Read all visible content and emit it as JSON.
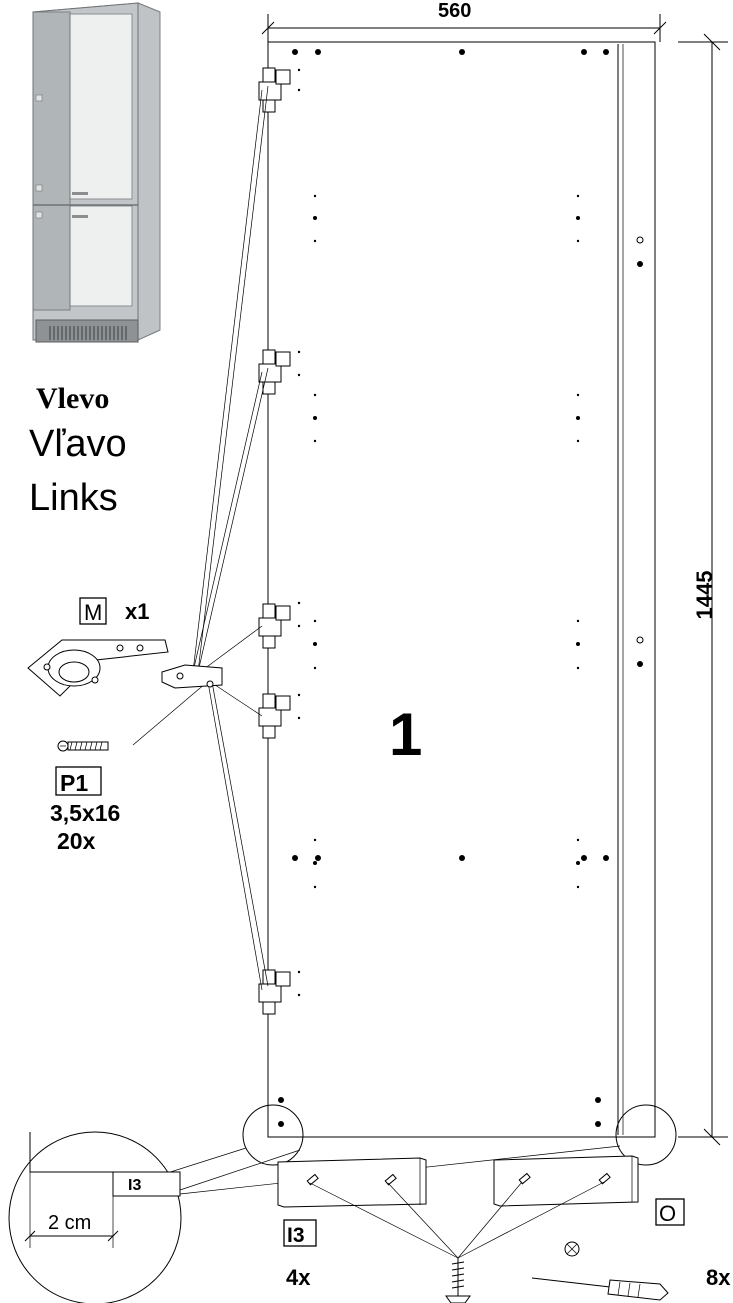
{
  "labels": {
    "width_dim": "560",
    "height_dim": "1445",
    "side_cs": "Vlevo",
    "side_sk": "Vľavo",
    "side_de": "Links",
    "panel_number": "1",
    "hinge_part_code": "M",
    "hinge_qty": "x1",
    "screw_part_code": "P1",
    "screw_size": "3,5x16",
    "screw_qty": "20x",
    "detail_part_code": "I3",
    "detail_distance": "2 cm",
    "plinth_part_code": "I3",
    "plinth_qty": "4x",
    "rail_part_code": "O",
    "rail_qty": "8x"
  },
  "icons": [
    "cabinet-preview",
    "hinge",
    "screw",
    "plinth-block",
    "screwdriver",
    "drill-bit",
    "magnifier-circle"
  ],
  "colors": {
    "line": "#000000",
    "preview_glass": "#b9bdbf",
    "preview_body": "#cfd3d5"
  }
}
